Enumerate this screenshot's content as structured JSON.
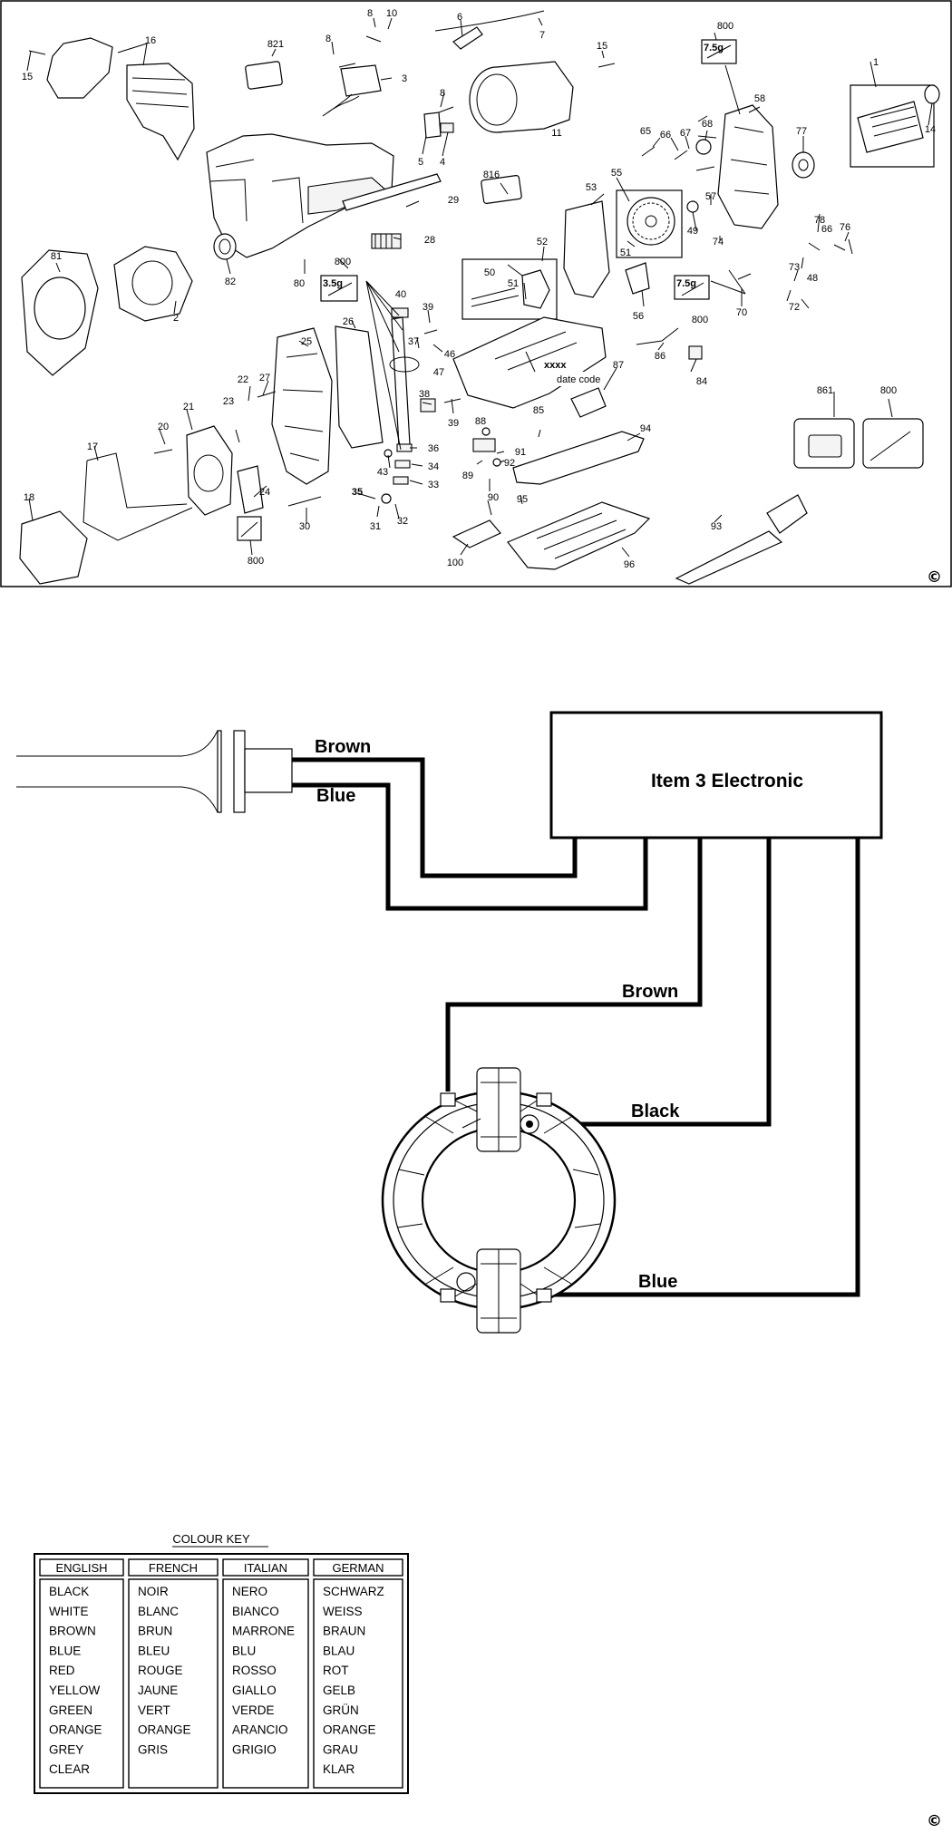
{
  "exploded_view": {
    "part_numbers": [
      {
        "id": "p15a",
        "text": "15"
      },
      {
        "id": "p16",
        "text": "16"
      },
      {
        "id": "p8a",
        "text": "8"
      },
      {
        "id": "p10",
        "text": "10"
      },
      {
        "id": "p6",
        "text": "6"
      },
      {
        "id": "p7",
        "text": "7"
      },
      {
        "id": "p821",
        "text": "821"
      },
      {
        "id": "p8b",
        "text": "8"
      },
      {
        "id": "p3",
        "text": "3"
      },
      {
        "id": "p15b",
        "text": "15"
      },
      {
        "id": "p800a",
        "text": "800"
      },
      {
        "id": "p1",
        "text": "1"
      },
      {
        "id": "p8c",
        "text": "8"
      },
      {
        "id": "p11",
        "text": "11"
      },
      {
        "id": "p5",
        "text": "5"
      },
      {
        "id": "p4",
        "text": "4"
      },
      {
        "id": "p58",
        "text": "58"
      },
      {
        "id": "p14",
        "text": "14"
      },
      {
        "id": "p65",
        "text": "65"
      },
      {
        "id": "p66a",
        "text": "66"
      },
      {
        "id": "p67",
        "text": "67"
      },
      {
        "id": "p68",
        "text": "68"
      },
      {
        "id": "p77",
        "text": "77"
      },
      {
        "id": "p816",
        "text": "816"
      },
      {
        "id": "p55",
        "text": "55"
      },
      {
        "id": "p53",
        "text": "53"
      },
      {
        "id": "p57",
        "text": "57"
      },
      {
        "id": "p78",
        "text": "78"
      },
      {
        "id": "p29",
        "text": "29"
      },
      {
        "id": "p49",
        "text": "49"
      },
      {
        "id": "p66b",
        "text": "66"
      },
      {
        "id": "p76",
        "text": "76"
      },
      {
        "id": "p81",
        "text": "81"
      },
      {
        "id": "p28",
        "text": "28"
      },
      {
        "id": "p52",
        "text": "52"
      },
      {
        "id": "p74",
        "text": "74"
      },
      {
        "id": "p51a",
        "text": "51"
      },
      {
        "id": "p73",
        "text": "73"
      },
      {
        "id": "p48",
        "text": "48"
      },
      {
        "id": "p82",
        "text": "82"
      },
      {
        "id": "p80",
        "text": "80"
      },
      {
        "id": "p800b",
        "text": "800"
      },
      {
        "id": "p50",
        "text": "50"
      },
      {
        "id": "p51b",
        "text": "51"
      },
      {
        "id": "p2",
        "text": "2"
      },
      {
        "id": "p40",
        "text": "40"
      },
      {
        "id": "p56",
        "text": "56"
      },
      {
        "id": "p800c",
        "text": "800"
      },
      {
        "id": "p70",
        "text": "70"
      },
      {
        "id": "p72",
        "text": "72"
      },
      {
        "id": "p39a",
        "text": "39"
      },
      {
        "id": "p26",
        "text": "26"
      },
      {
        "id": "p37",
        "text": "37"
      },
      {
        "id": "p25",
        "text": "25"
      },
      {
        "id": "p46",
        "text": "46"
      },
      {
        "id": "p86",
        "text": "86"
      },
      {
        "id": "p47",
        "text": "47"
      },
      {
        "id": "p84",
        "text": "84"
      },
      {
        "id": "p87",
        "text": "87"
      },
      {
        "id": "p22",
        "text": "22"
      },
      {
        "id": "p27",
        "text": "27"
      },
      {
        "id": "p861",
        "text": "861"
      },
      {
        "id": "p800d",
        "text": "800"
      },
      {
        "id": "p23",
        "text": "23"
      },
      {
        "id": "p21",
        "text": "21"
      },
      {
        "id": "p38",
        "text": "38"
      },
      {
        "id": "p85",
        "text": "85"
      },
      {
        "id": "p20",
        "text": "20"
      },
      {
        "id": "p39b",
        "text": "39"
      },
      {
        "id": "p88",
        "text": "88"
      },
      {
        "id": "p94",
        "text": "94"
      },
      {
        "id": "p17",
        "text": "17"
      },
      {
        "id": "p36",
        "text": "36"
      },
      {
        "id": "p91",
        "text": "91"
      },
      {
        "id": "p89",
        "text": "89"
      },
      {
        "id": "p92",
        "text": "92"
      },
      {
        "id": "p43",
        "text": "43"
      },
      {
        "id": "p34",
        "text": "34"
      },
      {
        "id": "p24",
        "text": "24"
      },
      {
        "id": "p35",
        "text": "35"
      },
      {
        "id": "p33",
        "text": "33"
      },
      {
        "id": "p90",
        "text": "90"
      },
      {
        "id": "p18",
        "text": "18"
      },
      {
        "id": "p95",
        "text": "95"
      },
      {
        "id": "p30",
        "text": "30"
      },
      {
        "id": "p31",
        "text": "31"
      },
      {
        "id": "p32",
        "text": "32"
      },
      {
        "id": "p93",
        "text": "93"
      },
      {
        "id": "p800e",
        "text": "800"
      },
      {
        "id": "p100",
        "text": "100"
      },
      {
        "id": "p96",
        "text": "96"
      }
    ],
    "grease_labels": {
      "g1": "7.5g",
      "g2": "3.5g",
      "g3": "7.5g"
    },
    "date_code_text": "date code",
    "xxxx_text": "xxxx",
    "copyright": "©"
  },
  "wiring": {
    "box_label": "Item 3 Electronic",
    "wire_labels": {
      "brown_in": "Brown",
      "blue_in": "Blue",
      "brown_motor": "Brown",
      "black_motor": "Black",
      "blue_motor": "Blue"
    }
  },
  "colour_key": {
    "title": "COLOUR KEY",
    "headers": [
      "ENGLISH",
      "FRENCH",
      "ITALIAN",
      "GERMAN"
    ],
    "columns": [
      [
        "BLACK",
        "WHITE",
        "BROWN",
        "BLUE",
        "RED",
        "YELLOW",
        "GREEN",
        "ORANGE",
        "GREY",
        "CLEAR"
      ],
      [
        "NOIR",
        "BLANC",
        "BRUN",
        "BLEU",
        "ROUGE",
        "JAUNE",
        "VERT",
        "ORANGE",
        "GRIS",
        ""
      ],
      [
        "NERO",
        "BIANCO",
        "MARRONE",
        "BLU",
        "ROSSO",
        "GIALLO",
        "VERDE",
        "ARANCIO",
        "GRIGIO",
        ""
      ],
      [
        "SCHWARZ",
        "WEISS",
        "BRAUN",
        "BLAU",
        "ROT",
        "GELB",
        "GRÜN",
        "ORANGE",
        "GRAU",
        "KLAR"
      ]
    ]
  },
  "page_copyright": "©"
}
